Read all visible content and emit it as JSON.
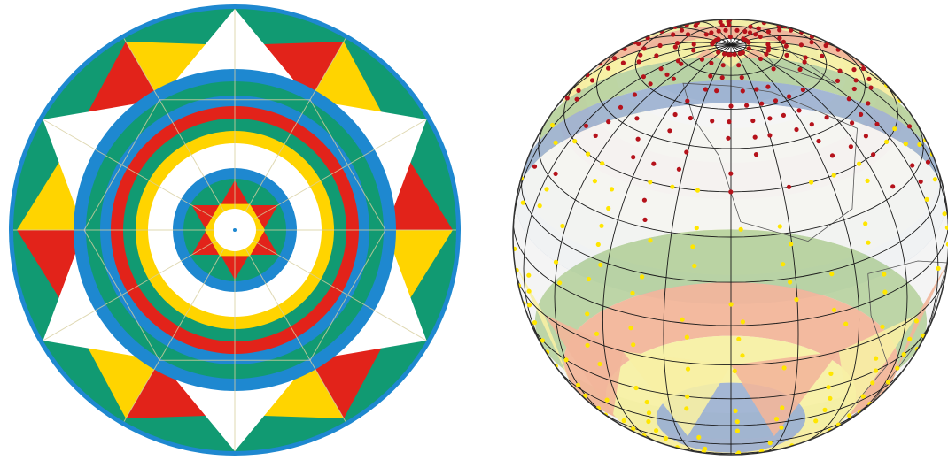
{
  "figure": {
    "left_panel": {
      "kind": "planar-tessellation-diagram",
      "star_points": 6,
      "star_center_points": 6,
      "colors": {
        "outer_rim": "#1E88D0",
        "green": "#119A72",
        "yellow": "#FFD400",
        "red": "#E2231A",
        "blue": "#1E88D0",
        "white": "#FFFFFF",
        "grid_line": "#D8CFA0"
      }
    },
    "right_panel": {
      "kind": "globe-projection-diagram",
      "colors": {
        "band_blue": "#9FB3D2",
        "band_green": "#B9D3A2",
        "band_yellow": "#F7F0A4",
        "band_salmon": "#F2B69A",
        "band_white": "#F4F4F4",
        "grid": "#1a1a1a",
        "dot_red": "#B5121B",
        "dot_yellow": "#FFE600",
        "coastline": "#555555"
      }
    }
  }
}
